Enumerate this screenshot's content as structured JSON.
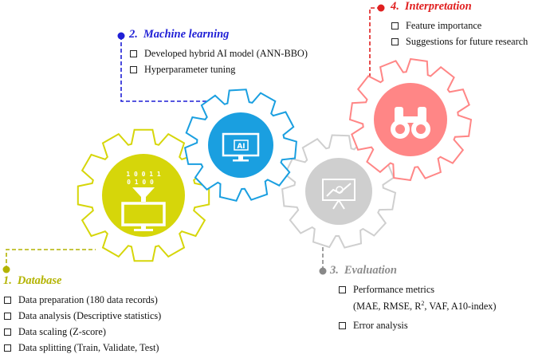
{
  "colors": {
    "database": "#d6d60a",
    "database_dark": "#b3b300",
    "machine_learning": "#1a9fe0",
    "machine_learning_title": "#1f1fd6",
    "evaluation": "#cfcfcf",
    "evaluation_title": "#8c8c8c",
    "interpretation": "#ff8686",
    "interpretation_title": "#e02020"
  },
  "stages": {
    "database": {
      "number": "1.",
      "title": "Database",
      "icon": "data-funnel-monitor-icon",
      "items": [
        "Data preparation (180 data records)",
        "Data analysis (Descriptive statistics)",
        "Data scaling (Z-score)",
        "Data splitting (Train, Validate, Test)"
      ]
    },
    "machine_learning": {
      "number": "2.",
      "title": "Machine learning",
      "icon": "ai-monitor-icon",
      "icon_text": "AI",
      "items": [
        "Developed  hybrid AI model (ANN-BBO)",
        "Hyperparameter tuning"
      ]
    },
    "evaluation": {
      "number": "3.",
      "title": "Evaluation",
      "icon": "presentation-chart-icon",
      "items": [
        "Performance metrics",
        "Error analysis"
      ],
      "metrics_line": {
        "prefix": "(MAE, RMSE, R",
        "superscript": "2",
        "suffix": ", VAF,  A10-index)"
      }
    },
    "interpretation": {
      "number": "4.",
      "title": "Interpretation",
      "icon": "binoculars-icon",
      "items": [
        "Feature importance",
        "Suggestions for future research"
      ]
    }
  }
}
